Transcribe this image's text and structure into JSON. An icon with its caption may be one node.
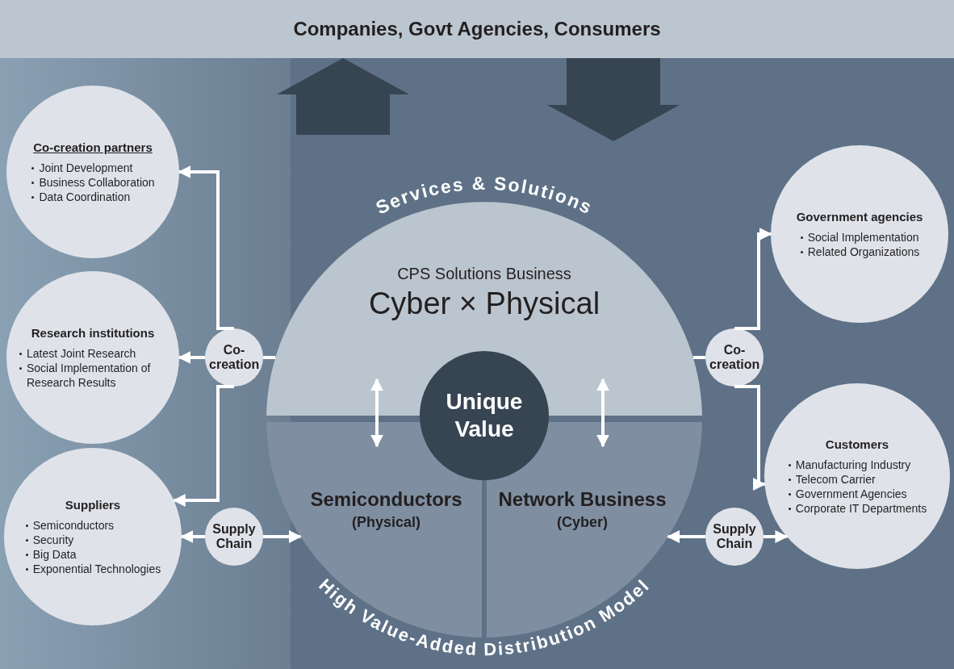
{
  "diagram": {
    "nodes": [
      {
        "text": [
          "Companies, Govt Agencies, Consumers"
        ]
      },
      {
        "text": [
          "Co-creation partners",
          "Joint Development",
          "Business Collaboration",
          "Data Coordination"
        ]
      },
      {
        "text": [
          "Research institutions",
          "Latest Joint Research",
          "Social Implementation of Research Results"
        ]
      },
      {
        "text": [
          "Suppliers",
          "Semiconductors",
          "Security",
          "Big Data",
          "Exponential Technologies"
        ]
      },
      {
        "text": [
          "Co-creation"
        ]
      },
      {
        "text": [
          "Supply Chain"
        ]
      },
      {
        "text": [
          "CPS Solutions Business",
          "Cyber × Physical"
        ]
      },
      {
        "text": [
          "Semiconductors",
          "(Physical)"
        ]
      },
      {
        "text": [
          "Network Business",
          "(Cyber)"
        ]
      },
      {
        "text": [
          "Unique Value"
        ]
      },
      {
        "text": [
          "Co-creation"
        ]
      },
      {
        "text": [
          "Supply Chain"
        ]
      },
      {
        "text": [
          "Government agencies",
          "Social Implementation",
          "Related Organizations"
        ]
      },
      {
        "text": [
          "Customers",
          "Manufacturing Industry",
          "Telecom Carrier",
          "Government Agencies",
          "Corporate IT Departments"
        ]
      }
    ],
    "edges": [
      {
        "from": null,
        "to": 0,
        "arrow": "to",
        "style": "thick",
        "color": "#374553"
      },
      {
        "from": 0,
        "to": null,
        "arrow": "to",
        "style": "thick",
        "color": "#374553"
      },
      {
        "from": 6,
        "to": 4,
        "arrow": "none"
      },
      {
        "from": 4,
        "to": 1,
        "arrow": "to"
      },
      {
        "from": 4,
        "to": 2,
        "arrow": "to"
      },
      {
        "from": 4,
        "to": 3,
        "arrow": "to"
      },
      {
        "from": 5,
        "to": 3,
        "arrow": "to"
      },
      {
        "from": 5,
        "to": 7,
        "arrow": "to"
      },
      {
        "from": 6,
        "to": 7,
        "arrow": "both"
      },
      {
        "from": 6,
        "to": 8,
        "arrow": "both"
      },
      {
        "from": 6,
        "to": 10,
        "arrow": "none"
      },
      {
        "from": 10,
        "to": 12,
        "arrow": "to"
      },
      {
        "from": 10,
        "to": 13,
        "arrow": "to"
      },
      {
        "from": 11,
        "to": 8,
        "arrow": "to"
      },
      {
        "from": 11,
        "to": 13,
        "arrow": "to"
      }
    ],
    "labels": [
      "Services & Solutions",
      "High Value-Added Distribution Model"
    ]
  }
}
